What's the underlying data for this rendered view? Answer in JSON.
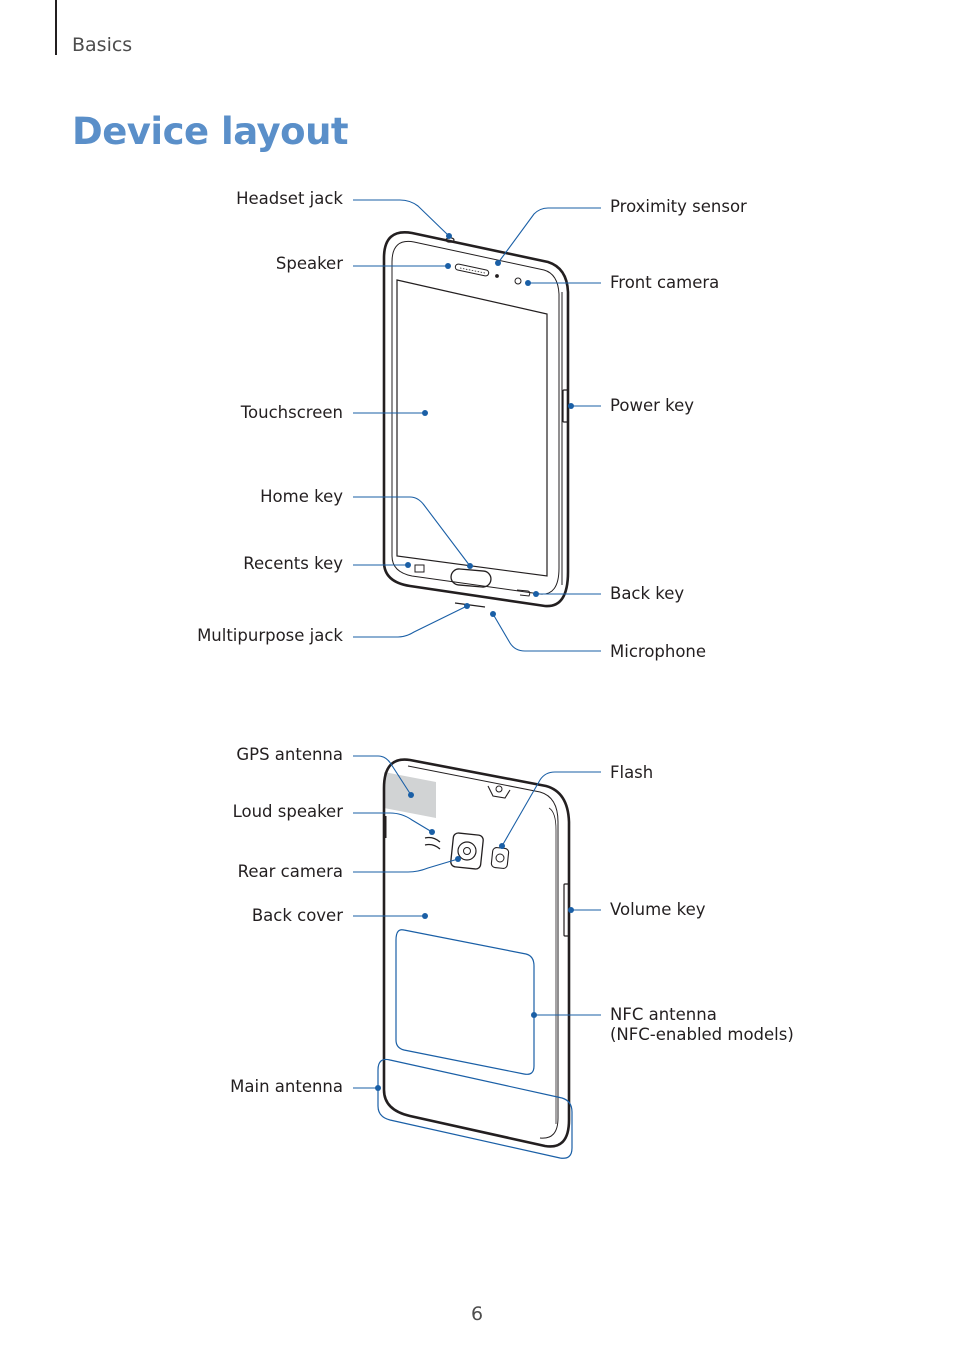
{
  "header": {
    "section": "Basics"
  },
  "title": "Device layout",
  "front_labels": {
    "headset_jack": "Headset jack",
    "speaker": "Speaker",
    "touchscreen": "Touchscreen",
    "home_key": "Home key",
    "recents_key": "Recents key",
    "multipurpose_jack": "Multipurpose jack",
    "proximity_sensor": "Proximity sensor",
    "front_camera": "Front camera",
    "power_key": "Power key",
    "back_key": "Back key",
    "microphone": "Microphone"
  },
  "back_labels": {
    "gps_antenna": "GPS antenna",
    "loud_speaker": "Loud speaker",
    "rear_camera": "Rear camera",
    "back_cover": "Back cover",
    "main_antenna": "Main antenna",
    "flash": "Flash",
    "volume_key": "Volume key",
    "nfc_antenna_line1": "NFC antenna",
    "nfc_antenna_line2": "(NFC-enabled models)"
  },
  "colors": {
    "title": "#5a8fc9",
    "callout": "#1a5fa6",
    "antenna_fill": "#d1d3d4"
  },
  "footer": {
    "page_number": "6"
  }
}
